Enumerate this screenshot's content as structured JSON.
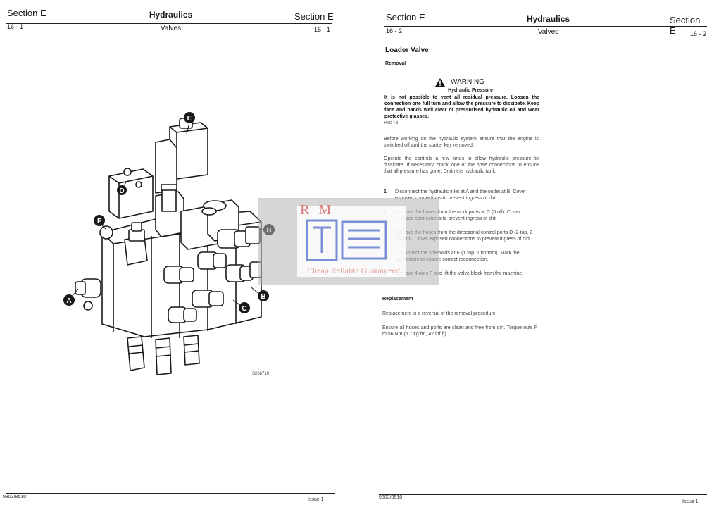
{
  "left_page": {
    "section_left": "Section E",
    "title": "Hydraulics",
    "section_right": "Section E",
    "page_left": "16 - 1",
    "subtitle": "Valves",
    "page_right": "16 - 1",
    "figure_code": "S266710",
    "callouts": {
      "a": "A",
      "b1": "B",
      "b2": "B",
      "c": "C",
      "d": "D",
      "e": "E",
      "f": "F"
    },
    "footer_code": "9803/8510",
    "footer_issue": "Issue 1"
  },
  "right_page": {
    "section_left": "Section E",
    "title": "Hydraulics",
    "section_right": "Section E",
    "page_left": "16 - 2",
    "subtitle": "Valves",
    "page_right": "16 - 2",
    "heading": "Loader Valve",
    "removal_heading": "Removal",
    "warning": {
      "label": "WARNING",
      "title": "Hydraulic Pressure",
      "body": "It is not possible to vent all residual pressure. Loosen the connection one full turn and allow the pressure to dissipate. Keep face and hands well clear of pressurised hydraulic oil and wear protective glasses.",
      "ref": "HYD 4-3"
    },
    "para1": "Before working on the hydraulic system ensure that the engine is switched off and the starter key removed.",
    "para2": "Operate the controls a few times to allow hydraulic pressure to dissipate. If necessary 'crack' one of the hose connections to ensure that all pressure has gone. Drain the hydraulic tank.",
    "steps": [
      {
        "num": "1",
        "text": "Disconnect the hydraulic inlet at A and the outlet at B. Cover exposed connections to prevent ingress of dirt."
      },
      {
        "num": "2",
        "text": "Remove the hoses from the work ports at C (6 off). Cover exposed connections to prevent ingress of dirt."
      },
      {
        "num": "3",
        "text": "Remove the hoses from the directional control ports D (2 top, 2 bottom). Cover exposed connections to prevent ingress of dirt."
      },
      {
        "num": "4",
        "text": "Disconnect the solenoids at E (1 top, 1 bottom). Mark the connectors to ensure correct reconnection."
      },
      {
        "num": "5",
        "text": "Remove 4 nuts F and lift the valve block from the machine."
      }
    ],
    "replacement_heading": "Replacement",
    "replacement_1": "Replacement is a reversal of the removal procedure.",
    "replacement_2": "Ensure all hoses and ports are clean and free from dirt. Torque nuts F to 56 Nm (5.7 kg fm, 42 lbf ft)",
    "footer_code": "9803/8510",
    "footer_issue": "Issue 1"
  },
  "watermark": {
    "letters": "R M",
    "tagline": "Cheap Reliable Guaranteed"
  },
  "colors": {
    "ink": "#1a1a1a",
    "watermark_red": "#d87a7a",
    "watermark_blue": "#7a8fd6"
  },
  "icons": [
    "warning-icon",
    "valve-block-illustration",
    "watermark-logo"
  ]
}
